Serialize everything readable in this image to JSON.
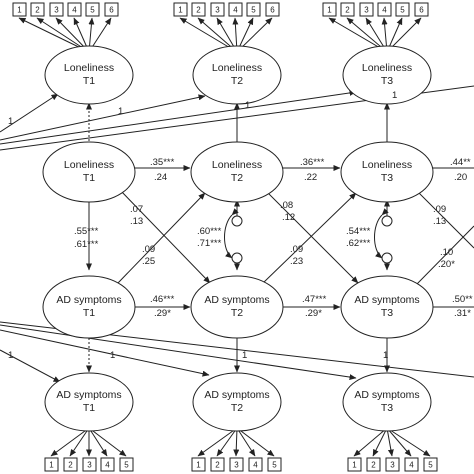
{
  "latent": {
    "lon_t1": [
      "Loneliness",
      "T1"
    ],
    "lon_t2": [
      "Loneliness",
      "T2"
    ],
    "lon_t3": [
      "Loneliness",
      "T3"
    ],
    "ad_t1": [
      "AD symptoms",
      "T1"
    ],
    "ad_t2": [
      "AD symptoms",
      "T2"
    ],
    "ad_t3": [
      "AD symptoms",
      "T3"
    ]
  },
  "measurement": {
    "lon_t1": [
      "Loneliness",
      "T1"
    ],
    "lon_t2": [
      "Loneliness",
      "T2"
    ],
    "lon_t3": [
      "Loneliness",
      "T3"
    ],
    "ad_t1": [
      "AD symptoms",
      "T1"
    ],
    "ad_t2": [
      "AD symptoms",
      "T2"
    ],
    "ad_t3": [
      "AD symptoms",
      "T3"
    ]
  },
  "indicators": {
    "loneliness": [
      "1",
      "2",
      "3",
      "4",
      "5",
      "6"
    ],
    "ad": [
      "1",
      "2",
      "3",
      "4",
      "5"
    ]
  },
  "loadings": {
    "one": "1",
    "lon_t3_mid": "1",
    "ad_t2_mid": "1",
    "ad_t3_mid": "1"
  },
  "paths": {
    "stab_lon_12": [
      ".35***",
      ".24"
    ],
    "stab_lon_23": [
      ".36***",
      ".22"
    ],
    "stab_lon_3out": [
      ".44**",
      ".20"
    ],
    "stab_ad_12": [
      ".46***",
      ".29*"
    ],
    "stab_ad_23": [
      ".47***",
      ".29*"
    ],
    "stab_ad_3out": [
      ".50**",
      ".31*"
    ],
    "cross_lon1_ad2": [
      ".07",
      ".13"
    ],
    "cross_lon2_ad3": [
      ".08",
      ".12"
    ],
    "cross_lon3_out": [
      ".09",
      ".13"
    ],
    "cross_ad1_lon2": [
      ".09",
      ".25"
    ],
    "cross_ad2_lon3": [
      ".09",
      ".23"
    ],
    "cross_ad3_out": [
      ".10",
      ".20*"
    ],
    "cov_t1": [
      ".55***",
      ".61***"
    ],
    "cov_t2": [
      ".60***",
      ".71***"
    ],
    "cov_t3": [
      ".54***",
      ".62***"
    ]
  }
}
